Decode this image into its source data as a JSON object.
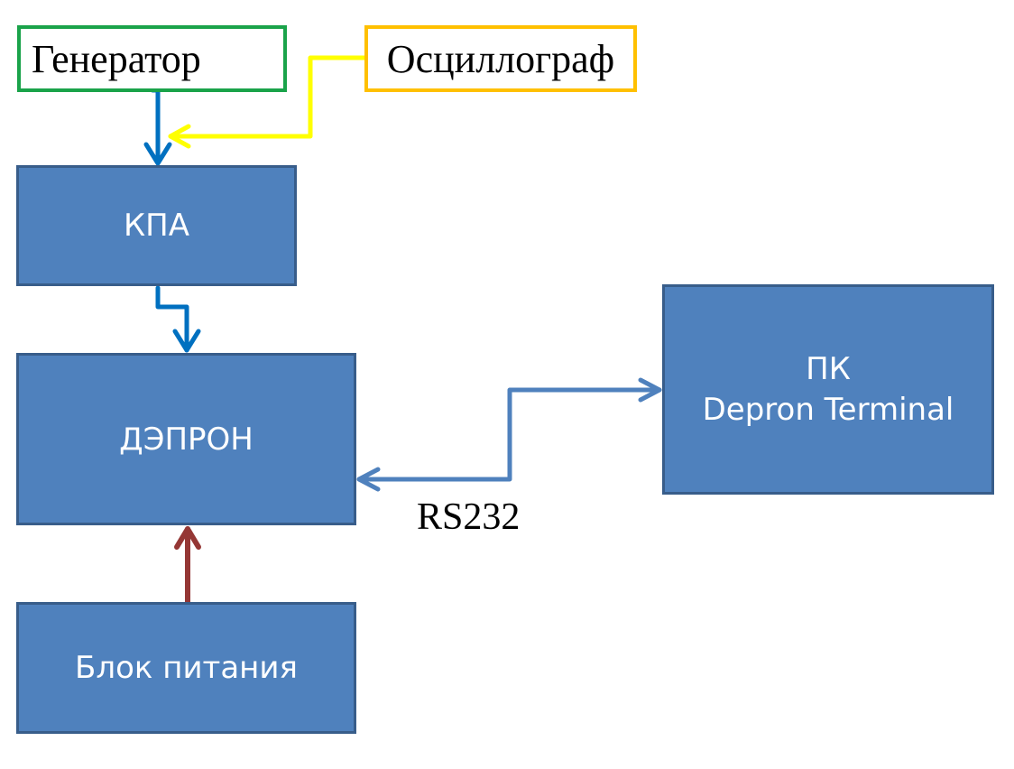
{
  "diagram": {
    "generator": {
      "label": "Генератор",
      "border_color": "#1aa34a"
    },
    "oscilloscope": {
      "label": "Осциллограф",
      "border_color": "#ffc000"
    },
    "kpa": {
      "label": "КПА"
    },
    "depron": {
      "label": "ДЭПРОН"
    },
    "pc": {
      "line1": "ПК",
      "line2": "Depron Terminal"
    },
    "power_supply": {
      "label": "Блок питания"
    },
    "rs232_label": "RS232",
    "colors": {
      "box_fill": "#4f81bd",
      "box_border": "#385d8a",
      "signal_arrow": "#0070c0",
      "probe_line": "#ffff00",
      "data_link": "#4f81bd",
      "power_arrow": "#953735"
    }
  }
}
